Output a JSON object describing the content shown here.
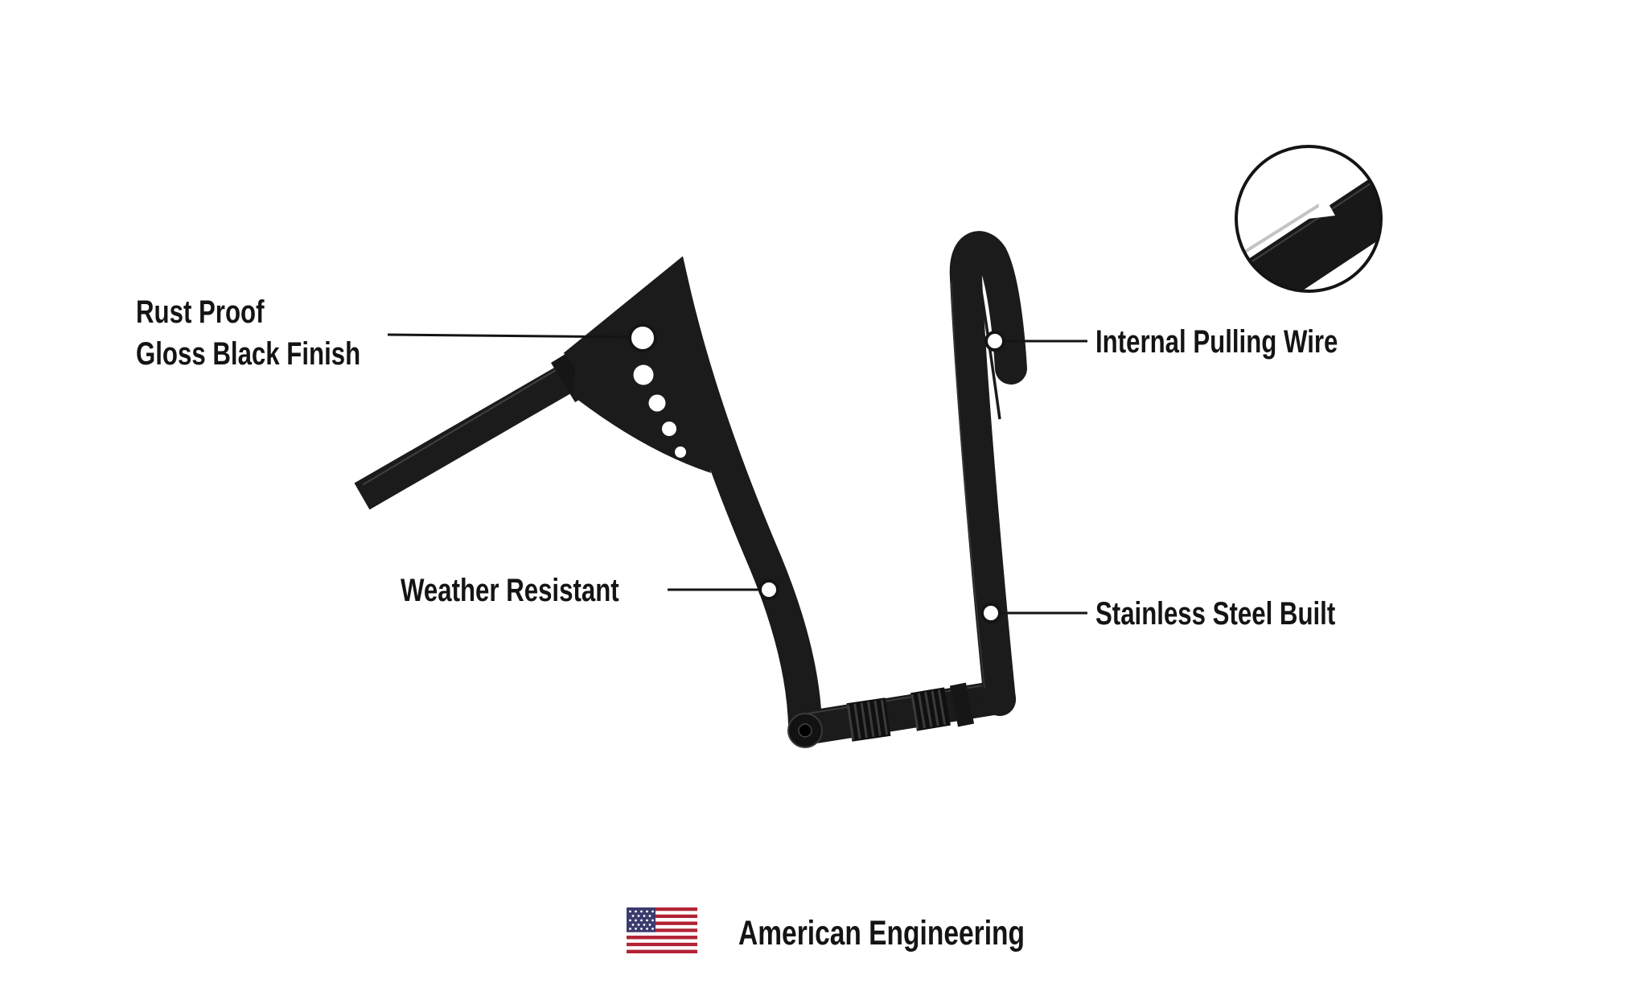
{
  "callouts": {
    "rust_proof": {
      "line1": "Rust Proof",
      "line2": "Gloss Black Finish"
    },
    "internal_wire": {
      "label": "Internal Pulling Wire"
    },
    "weather_resistant": {
      "label": "Weather Resistant"
    },
    "stainless_steel": {
      "label": "Stainless Steel Built"
    }
  },
  "footer": {
    "label": "American Engineering"
  },
  "icons": {
    "flag": "us-flag-icon",
    "detail_inset": "wire-detail-inset-icon"
  },
  "colors": {
    "bar": "#1b1b1b",
    "text": "#141414",
    "callout_line": "#141414",
    "flag_red": "#B22234",
    "flag_blue": "#3C3B6E",
    "background": "#ffffff"
  }
}
